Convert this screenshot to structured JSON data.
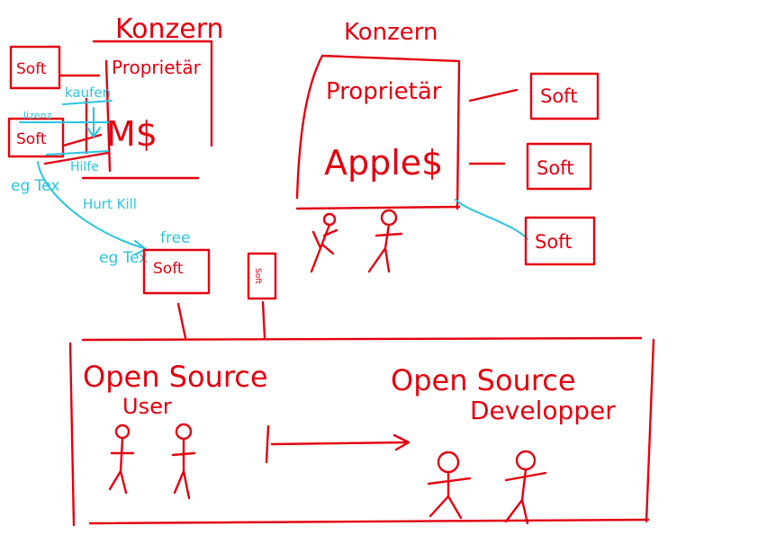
{
  "colors": {
    "ink": "#e3000f",
    "annotation": "#29c4e0",
    "background": "#ffffff"
  },
  "left_group": {
    "title": "Konzern",
    "proprietar": "Proprietär",
    "money": "M$",
    "soft_top": "Soft",
    "soft_bottom": "Soft",
    "kaufen": "kaufen",
    "lizenz": "lizenz",
    "hilfe": "Hilfe",
    "eg_tex": "eg Tex",
    "hurt_kill": "Hurt Kill"
  },
  "right_group": {
    "title": "Konzern",
    "proprietar": "Proprietär",
    "apple": "Apple$",
    "soft_1": "Soft",
    "soft_2": "Soft",
    "soft_3": "Soft"
  },
  "middle": {
    "free": "free",
    "eg_tex": "eg Tex",
    "soft": "Soft",
    "vertical_soft": "Soft"
  },
  "open_source": {
    "user_label_1": "Open Source",
    "user_label_2": "User",
    "developer_label_1": "Open Source",
    "developer_label_2": "Developper"
  }
}
